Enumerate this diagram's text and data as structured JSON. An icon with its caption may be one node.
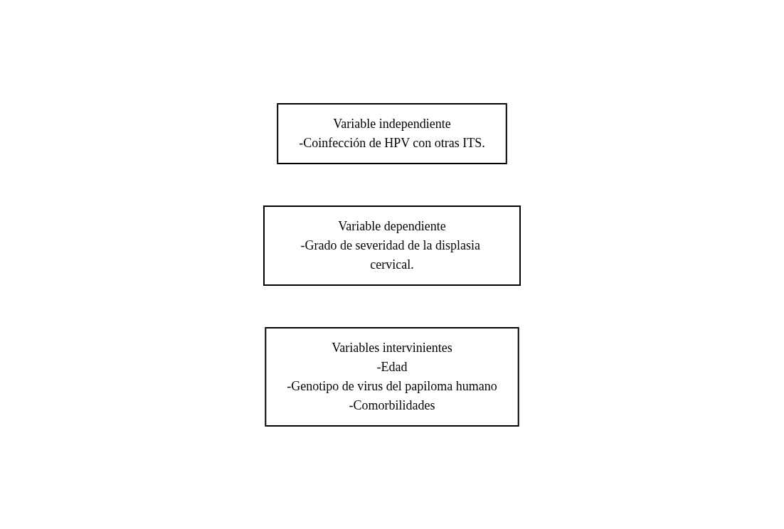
{
  "diagram": {
    "nodes": [
      {
        "text": [
          "Variable independiente",
          "-Coinfección de HPV con otras ITS."
        ]
      },
      {
        "text": [
          "Variable dependiente",
          "-Grado de severidad de la displasia cervical."
        ]
      },
      {
        "text": [
          "Variables intervinientes",
          "-Edad",
          "-Genotipo de virus del papiloma humano",
          "-Comorbilidades"
        ]
      }
    ]
  }
}
